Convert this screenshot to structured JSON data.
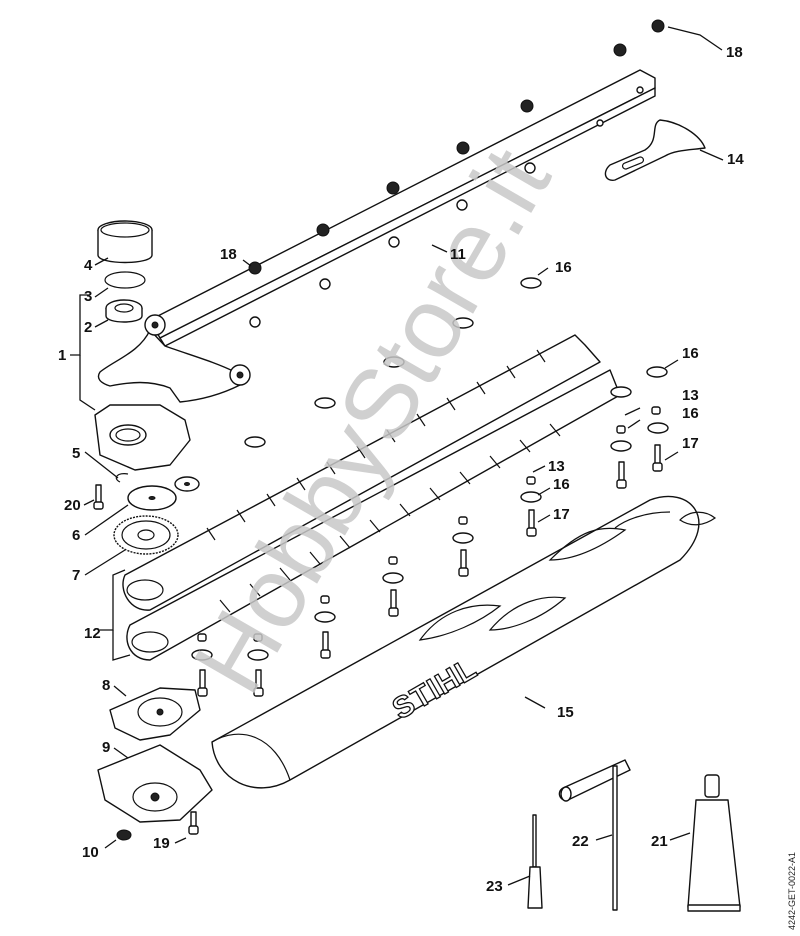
{
  "diagram": {
    "title": "Hedge trimmer cutting attachment exploded parts diagram",
    "watermark": "HobbyStore.it",
    "brand_logo": "STIHL",
    "document_id": "4242-GET-0022-A1",
    "callouts": [
      {
        "id": "1",
        "part": "gear-housing-assembly"
      },
      {
        "id": "2",
        "part": "ball-bearing"
      },
      {
        "id": "3",
        "part": "circlip"
      },
      {
        "id": "4",
        "part": "cap"
      },
      {
        "id": "5",
        "part": "e-clip"
      },
      {
        "id": "6",
        "part": "washer-disc"
      },
      {
        "id": "7",
        "part": "spur-gear"
      },
      {
        "id": "8",
        "part": "gear-cover-plate"
      },
      {
        "id": "9",
        "part": "gear-housing-cover"
      },
      {
        "id": "10",
        "part": "grommet"
      },
      {
        "id": "11",
        "part": "guard-bar"
      },
      {
        "id": "12",
        "part": "cutter-blade-set"
      },
      {
        "id": "13",
        "part": "spacer-sleeve"
      },
      {
        "id": "14",
        "part": "end-plate"
      },
      {
        "id": "15",
        "part": "blade-scabbard"
      },
      {
        "id": "16",
        "part": "washer"
      },
      {
        "id": "17",
        "part": "screw"
      },
      {
        "id": "18",
        "part": "hex-nut"
      },
      {
        "id": "19",
        "part": "screw"
      },
      {
        "id": "20",
        "part": "screw"
      },
      {
        "id": "21",
        "part": "grease-tube"
      },
      {
        "id": "22",
        "part": "combination-wrench"
      },
      {
        "id": "23",
        "part": "screwdriver"
      }
    ]
  },
  "labels": {
    "l1": "1",
    "l2": "2",
    "l3": "3",
    "l4": "4",
    "l5": "5",
    "l6": "6",
    "l7": "7",
    "l8": "8",
    "l9": "9",
    "l10": "10",
    "l11": "11",
    "l12": "12",
    "l13a": "13",
    "l13b": "13",
    "l14": "14",
    "l15": "15",
    "l16a": "16",
    "l16b": "16",
    "l16c": "16",
    "l16d": "16",
    "l17a": "17",
    "l17b": "17",
    "l18a": "18",
    "l18b": "18",
    "l19": "19",
    "l20": "20",
    "l21": "21",
    "l22": "22",
    "l23": "23"
  }
}
